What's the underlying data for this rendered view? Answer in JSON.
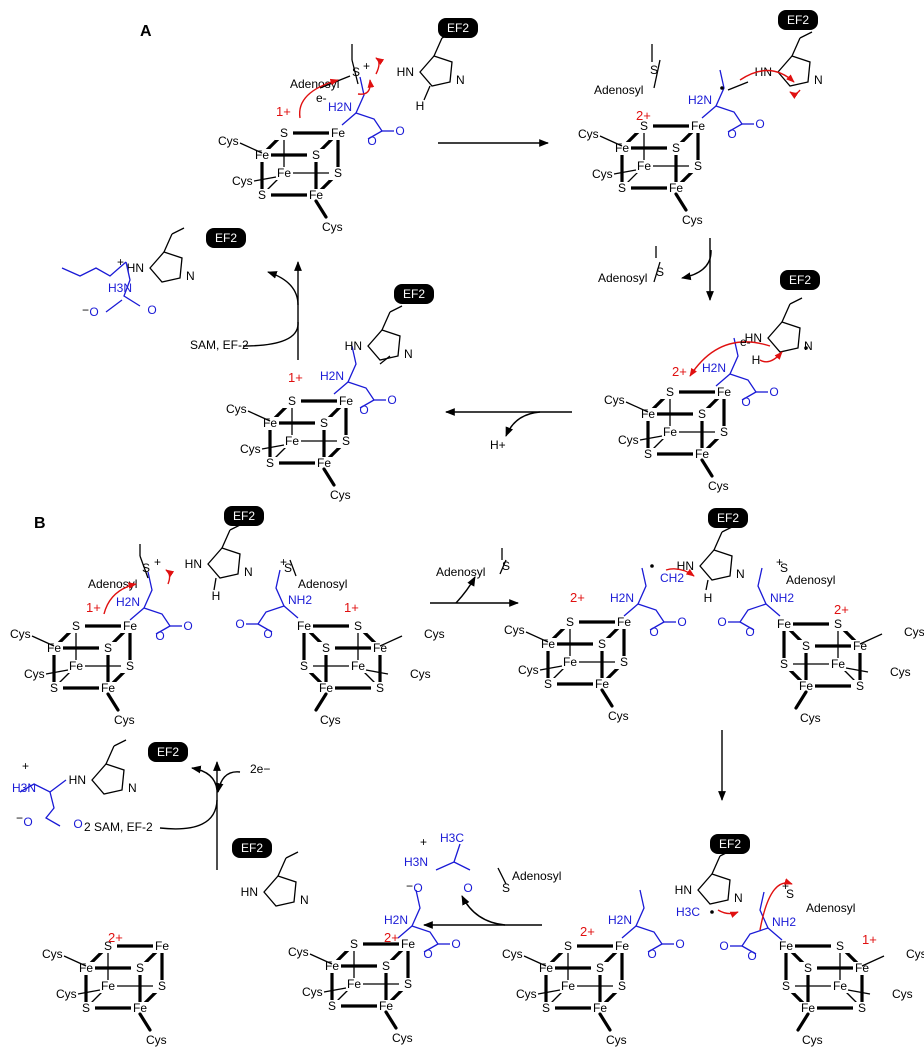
{
  "panels": {
    "a": "A",
    "b": "B"
  },
  "labels": {
    "ef2": "EF2",
    "cys": "Cys",
    "fe": "Fe",
    "s": "S",
    "adenosyl": "Adenosyl",
    "h2n": "H2N",
    "nh2": "NH2",
    "h3n": "H3N",
    "h3c": "H3C",
    "hn": "HN",
    "n": "N",
    "h": "H",
    "o": "O",
    "ch2": "CH2",
    "e_minus": "e-",
    "two_e_minus": "2e−",
    "h_plus": "H+",
    "plus": "+",
    "minus": "−",
    "one_plus": "1+",
    "two_plus": "2+"
  },
  "reagents": {
    "a_return": "SAM, EF-2",
    "b_return": "2 SAM, EF-2"
  },
  "colors": {
    "black": "#000000",
    "blue": "#1a1ad6",
    "red": "#e01010"
  }
}
